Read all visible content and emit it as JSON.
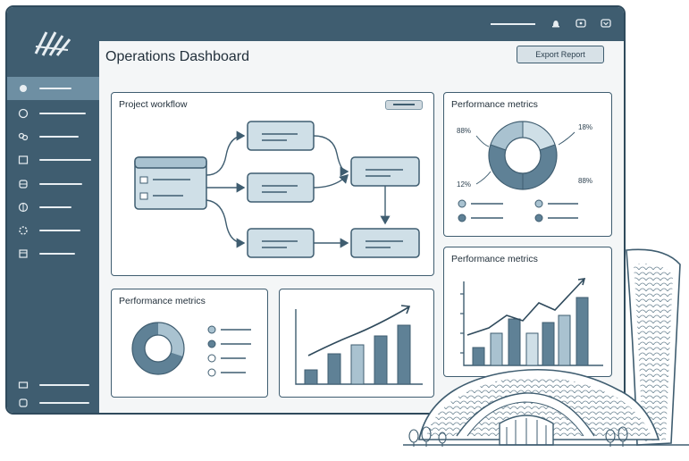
{
  "header": {
    "title": "Operations Dashboard",
    "report_button": "Export Report"
  },
  "panels": {
    "workflow": {
      "title": "Project workflow"
    },
    "metrics_donut_large": {
      "title": "Performance metrics",
      "labels": [
        "88%",
        "18%",
        "12%",
        "88%"
      ]
    },
    "metrics_bars_right": {
      "title": "Performance metrics"
    },
    "metrics_donut_small": {
      "title": "Performance metrics"
    }
  },
  "sidebar": {
    "icons": [
      "home-icon",
      "clock-icon",
      "users-icon",
      "folder-icon",
      "database-icon",
      "globe-icon",
      "settings-icon",
      "list-icon"
    ],
    "bottom_icons": [
      "mail-icon",
      "user-icon"
    ]
  },
  "colors": {
    "sidebar": "#3f5d70",
    "accent": "#5f8196",
    "node_fill": "#cfdfe7",
    "bg": "#f4f6f7"
  }
}
